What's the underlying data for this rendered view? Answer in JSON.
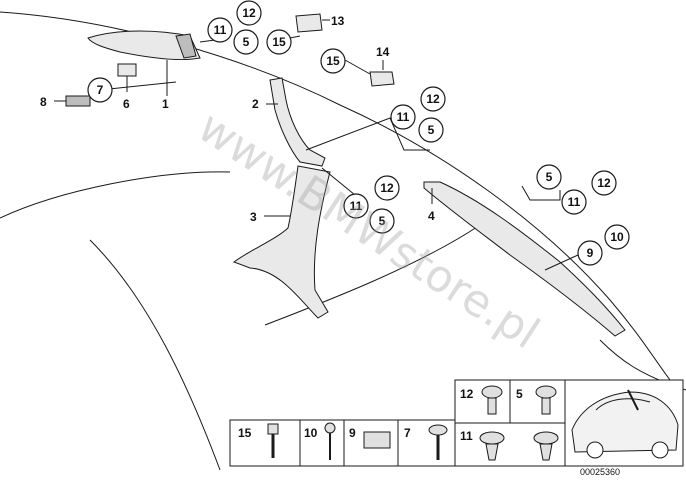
{
  "watermark": "www.BMWstore.pl",
  "doc_number": "00025360",
  "callouts": {
    "c12a": "12",
    "c11a": "11",
    "c5a": "5",
    "c7": "7",
    "c15a": "15",
    "c15b": "15",
    "c12b": "12",
    "c11b": "11",
    "c5b": "5",
    "c12c": "12",
    "c11c": "11",
    "c5c": "5",
    "c5d": "5",
    "c11d": "11",
    "c12d": "12",
    "c9": "9",
    "c10": "10"
  },
  "labels": {
    "l1": "1",
    "l2": "2",
    "l3": "3",
    "l4": "4",
    "l6": "6",
    "l8": "8",
    "l13": "13",
    "l14": "14"
  },
  "fastener_table": {
    "cells": [
      "15",
      "10",
      "9",
      "7",
      "12",
      "5",
      "11"
    ]
  }
}
